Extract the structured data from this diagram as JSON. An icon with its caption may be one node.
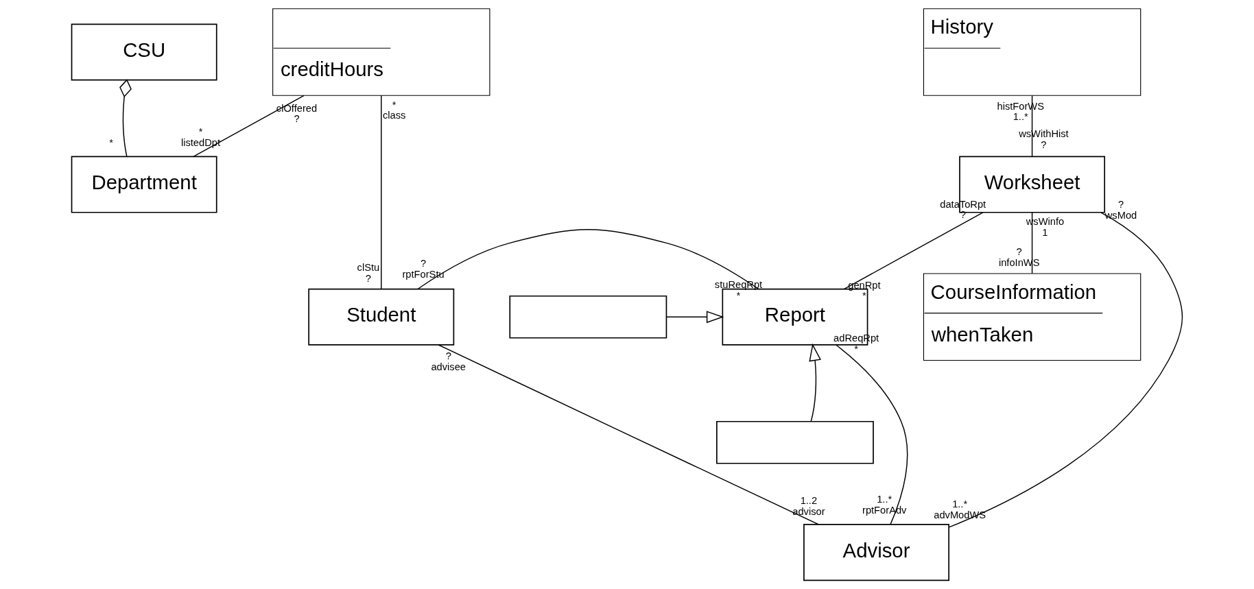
{
  "diagram": {
    "nodes": [
      {
        "text": [
          "CSU"
        ]
      },
      {
        "text": [
          "Department"
        ]
      },
      {
        "text": [
          "creditHours"
        ]
      },
      {
        "text": [
          "History"
        ]
      },
      {
        "text": [
          "Worksheet"
        ]
      },
      {
        "text": [
          "Report"
        ]
      },
      {
        "text": [],
        "shape": "box"
      },
      {
        "text": [],
        "shape": "box"
      },
      {
        "text": [
          "Student"
        ]
      },
      {
        "text": [
          "CourseInformation",
          "whenTaken"
        ]
      },
      {
        "text": [
          "Advisor"
        ]
      }
    ],
    "edges": [
      {
        "from": 0,
        "to": 1,
        "arrow": "other"
      },
      {
        "from": 1,
        "to": 2,
        "arrow": "none"
      },
      {
        "from": 2,
        "to": 8,
        "arrow": "none"
      },
      {
        "from": 4,
        "to": 3,
        "arrow": "none"
      },
      {
        "from": 4,
        "to": 5,
        "arrow": "none"
      },
      {
        "from": 4,
        "to": 9,
        "arrow": "none"
      },
      {
        "from": 4,
        "to": 10,
        "arrow": "none"
      },
      {
        "from": 8,
        "to": 5,
        "arrow": "none"
      },
      {
        "from": 6,
        "to": 5,
        "arrow": "to"
      },
      {
        "from": 7,
        "to": 5,
        "arrow": "to"
      },
      {
        "from": 5,
        "to": 10,
        "arrow": "none"
      },
      {
        "from": 8,
        "to": 10,
        "arrow": "none"
      }
    ],
    "labels": [
      "*",
      "clOffered",
      "?",
      "*",
      "listedDpt",
      "*",
      "class",
      "clStu",
      "?",
      "histForWS",
      "1..*",
      "wsWithHist",
      "?",
      "dataToRpt",
      "?",
      "genRpt",
      "*",
      "wsWinfo",
      "1",
      "?",
      "infoInWS",
      "?",
      "wsMod",
      "1..*",
      "advModWS",
      "?",
      "rptForStu",
      "stuReqRpt",
      "*",
      "adReqRpt",
      "*",
      "1..*",
      "rptForAdv",
      "?",
      "advisee",
      "1..2",
      "advisor"
    ]
  }
}
